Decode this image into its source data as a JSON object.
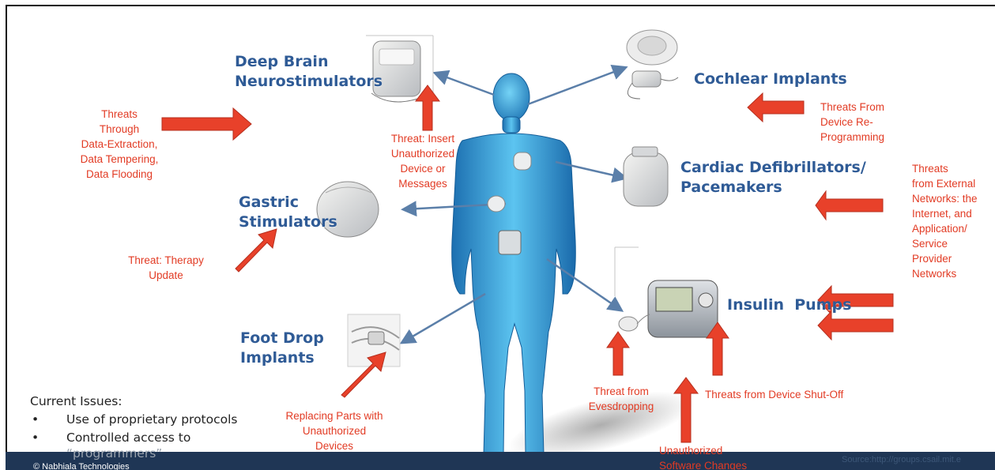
{
  "devices": {
    "deep_brain": [
      "Deep Brain",
      "Neurostimulators"
    ],
    "cochlear": [
      "Cochlear Implants"
    ],
    "gastric": [
      "Gastric",
      "Stimulators"
    ],
    "cardiac": [
      "Cardiac Defibrillators/",
      "Pacemakers"
    ],
    "insulin": [
      "Insulin  Pumps"
    ],
    "foot_drop": [
      "Foot Drop",
      "Implants"
    ]
  },
  "threats": {
    "data_extraction": [
      "Threats",
      "Through",
      "Data-Extraction,",
      "Data Tempering,",
      "Data Flooding"
    ],
    "insert_unauthorized": [
      "Threat: Insert",
      "Unauthorized",
      "Device or",
      "Messages"
    ],
    "reprogramming": [
      "Threats From",
      "Device Re-",
      "Programming"
    ],
    "external_networks": [
      "Threats",
      "from External",
      "Networks: the",
      "Internet, and",
      "Application/",
      "Service",
      "Provider",
      "Networks"
    ],
    "therapy_update": [
      "Threat: Therapy",
      "Update"
    ],
    "replacing_parts": [
      "Replacing Parts with",
      "Unauthorized",
      "Devices"
    ],
    "eavesdropping": [
      "Threat from",
      "Evesdropping"
    ],
    "shut_off": [
      "Threats from Device Shut-Off"
    ],
    "software_changes": [
      "Unauthorized",
      "Software Changes"
    ]
  },
  "issues": {
    "heading": "Current Issues:",
    "items": [
      "Use of proprietary protocols",
      "Controlled access to"
    ],
    "continuation": "“programmers”"
  },
  "footer": {
    "copyright": "© Nabhiala Technologies",
    "source": "Source:http://groups.csail.mit.e"
  },
  "colors": {
    "accent_red": "#e8412a",
    "title_blue": "#2f5b96",
    "body_blue": "#2a8fd0",
    "footer_navy": "#1f3655"
  }
}
